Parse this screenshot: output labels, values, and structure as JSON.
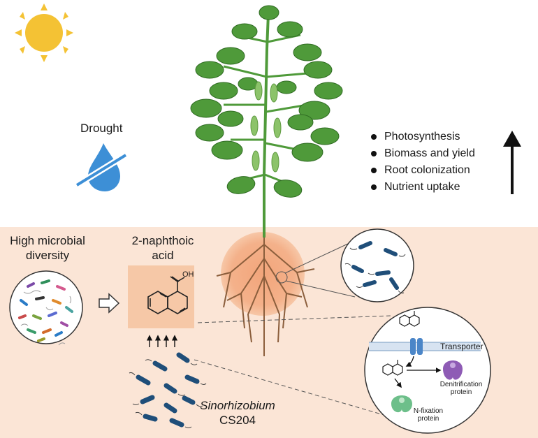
{
  "labels": {
    "drought": "Drought",
    "microbial_diversity": [
      "High microbial",
      "diversity"
    ],
    "compound": [
      "2-naphthoic",
      "acid"
    ],
    "oh": "OH",
    "strain_name": "Sinorhizobium",
    "strain_id": "CS204",
    "transporter": "Transporter",
    "denitrification": [
      "Denitrification",
      "protein"
    ],
    "nfixation": [
      "N-fixation",
      "protein"
    ]
  },
  "effects": [
    "Photosynthesis",
    "Biomass and yield",
    "Root colonization",
    "Nutrient uptake"
  ],
  "colors": {
    "soil": "#fbe5d6",
    "rhizosphere": "#f4b18a",
    "compound_box": "#f6c8a7",
    "leaf": "#4f9a3a",
    "bacteria": "#1f4e79",
    "sun": "#f4c234",
    "water_drop": "#3d8fd6",
    "transporter": "#4b86c8",
    "denitrification_protein": "#8e5bb5",
    "nfixation_protein": "#6dbf8a"
  },
  "icons": [
    "sun-icon",
    "drought-drop-icon",
    "up-arrow-icon",
    "right-hollow-arrow-icon"
  ]
}
